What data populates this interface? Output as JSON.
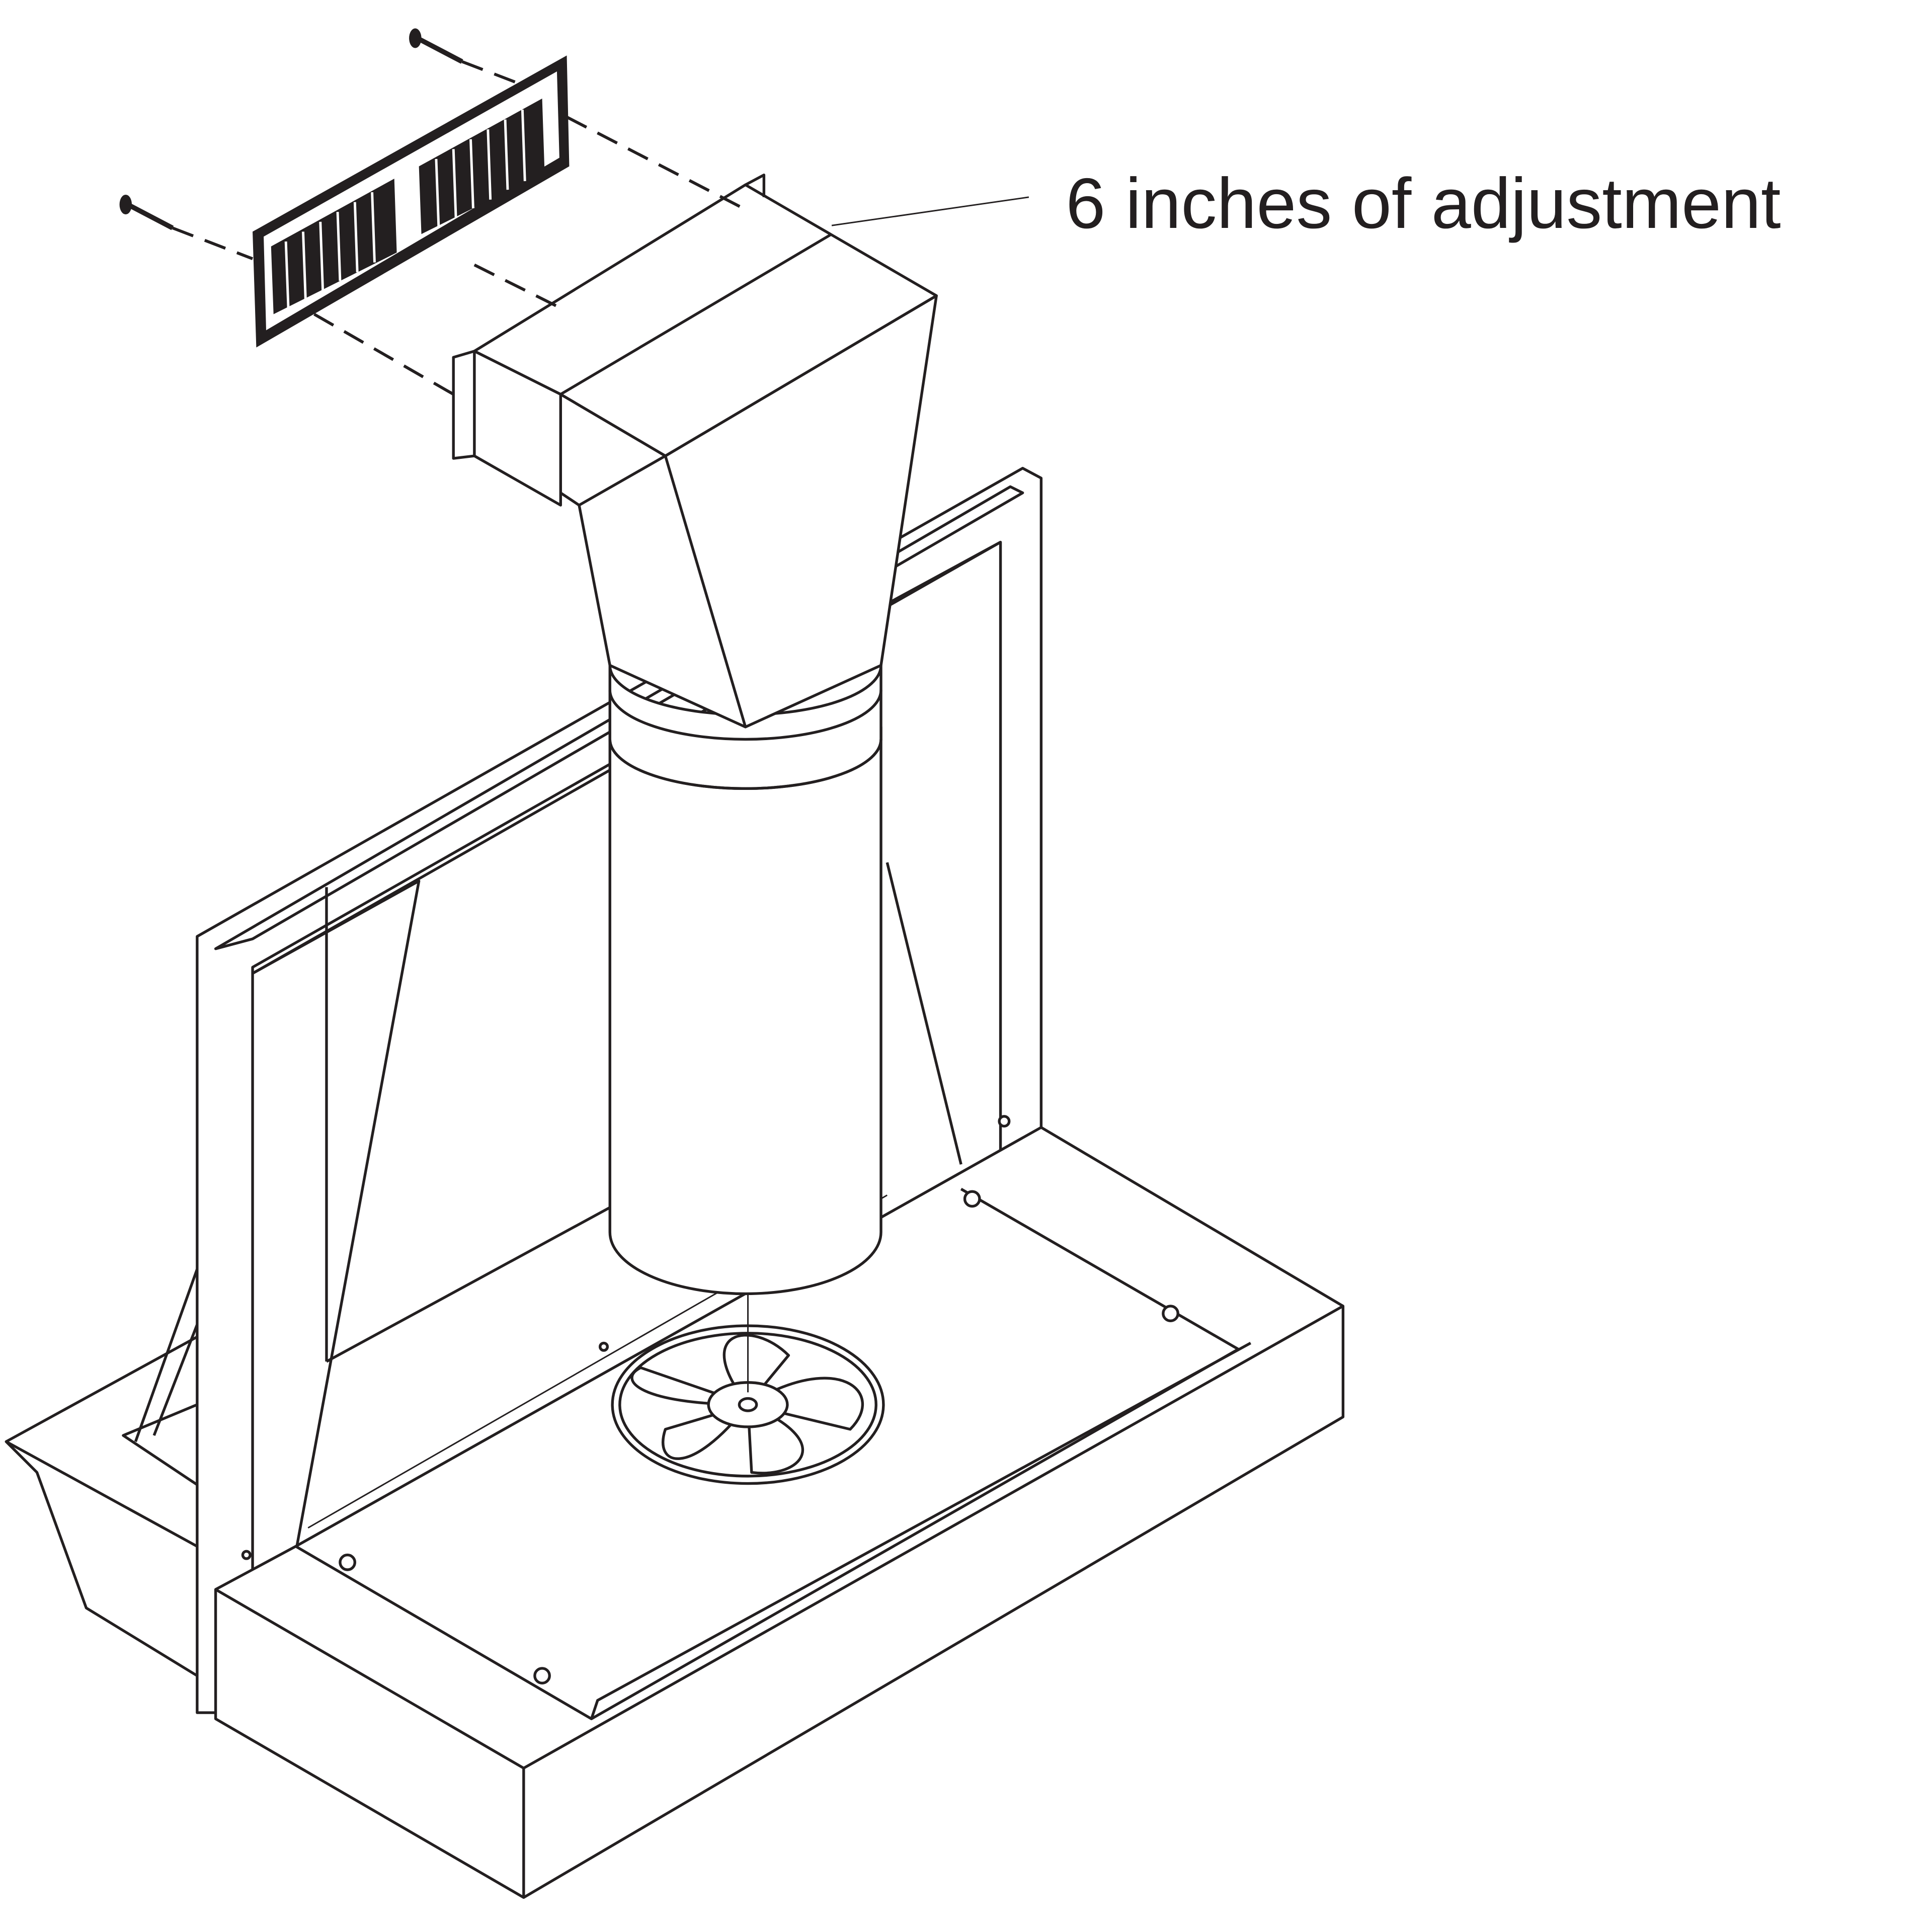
{
  "diagram": {
    "callout_label": "6 inches of adjustment",
    "line_color": "#231f20",
    "background_color": "#ffffff",
    "parts": [
      "wall-grille",
      "grille-screws",
      "rectangular-duct-transition",
      "round-duct-adjustment-collar",
      "round-duct",
      "mounting-frame",
      "range-hood-body",
      "blower-fan",
      "mounting-bolts"
    ]
  }
}
